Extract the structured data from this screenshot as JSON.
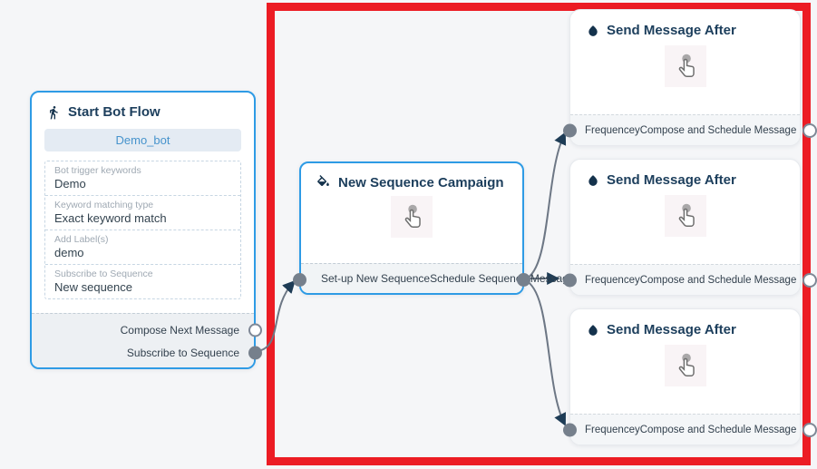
{
  "canvas": {
    "background": "#f5f6f8",
    "highlight_box_color": "#ec1c24",
    "edge_color": "#6d7785",
    "arrow_color": "#1e3c56",
    "port_fill_color": "#76808c",
    "node_accent_border": "#2e9be5",
    "title_color": "#1c3e5c"
  },
  "icons": {
    "walk": "walking-person-icon",
    "bucket": "paint-bucket-icon",
    "droplet": "water-drop-icon",
    "tap": "tap-hand-cursor-icon"
  },
  "nodes": {
    "start_bot_flow": {
      "title": "Start Bot Flow",
      "bot_name": "Demo_bot",
      "fields": [
        {
          "label": "Bot trigger keywords",
          "value": "Demo"
        },
        {
          "label": "Keyword matching type",
          "value": "Exact keyword match"
        },
        {
          "label": "Add Label(s)",
          "value": "demo"
        },
        {
          "label": "Subscribe to Sequence",
          "value": "New sequence"
        }
      ],
      "outputs": [
        {
          "label": "Compose Next Message",
          "connected": false
        },
        {
          "label": "Subscribe to Sequence",
          "connected": true
        }
      ]
    },
    "new_sequence_campaign": {
      "title": "New Sequence Campaign",
      "footer_left": "Set-up New Sequence",
      "footer_right": "Schedule Sequence Message"
    },
    "send_message_after": {
      "title": "Send Message After",
      "input_label": "Frequencey",
      "output_label": "Compose and Schedule Message",
      "instance_count": 3
    }
  }
}
